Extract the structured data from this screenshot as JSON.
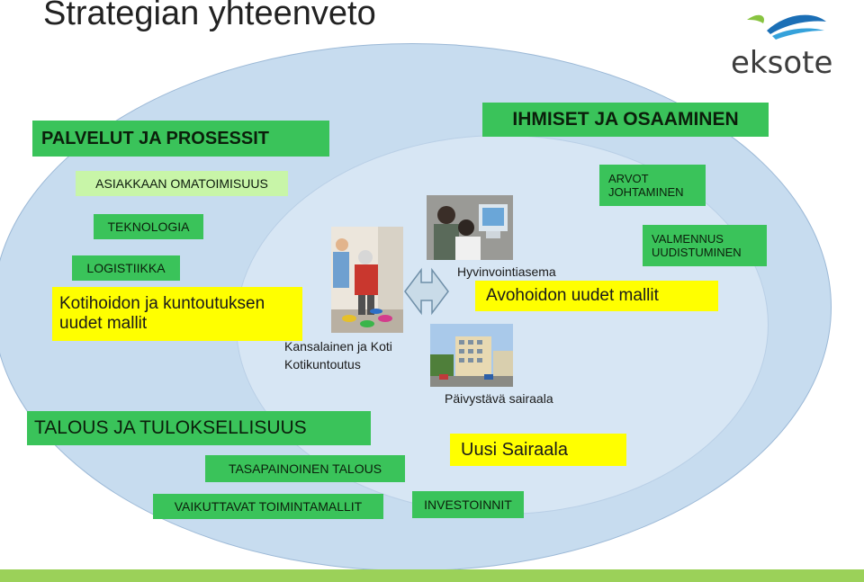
{
  "title": "Strategian yhteenveto",
  "logo": {
    "text": "eksote"
  },
  "boxes": {
    "palvelut": "PALVELUT JA PROSESSIT",
    "ihmiset": "IHMISET JA OSAAMINEN",
    "asiakkaan": "ASIAKKAAN OMATOIMISUUS",
    "arvot_line1": "ARVOT",
    "arvot_line2": "JOHTAMINEN",
    "teknologia": "TEKNOLOGIA",
    "logistiikka": "LOGISTIIKKA",
    "valmennus_line1": "VALMENNUS",
    "valmennus_line2": "UUDISTUMINEN",
    "kotihoito_line1": "Kotihoidon ja kuntoutuksen",
    "kotihoito_line2": "uudet mallit",
    "avohoito": "Avohoidon uudet mallit",
    "talous": "TALOUS JA TULOKSELLISUUS",
    "tasapainoinen": "TASAPAINOINEN TALOUS",
    "uusi_sairaala": "Uusi Sairaala",
    "vaikuttavat": "VAIKUTTAVAT TOIMINTAMALLIT",
    "investoinnit": "INVESTOINNIT"
  },
  "labels": {
    "hyvinvointiasema": "Hyvinvointiasema",
    "kansalainen_line1": "Kansalainen ja Koti",
    "kansalainen_line2": "Kotikuntoutus",
    "paivystava": "Päivystävä sairaala"
  },
  "colors": {
    "green": "#3ac35a",
    "light_green": "#c8f5a8",
    "yellow": "#ffff00",
    "outer_oval": "#c7dcef",
    "inner_oval": "#d7e6f4",
    "arrow": "#c9dbe8"
  }
}
